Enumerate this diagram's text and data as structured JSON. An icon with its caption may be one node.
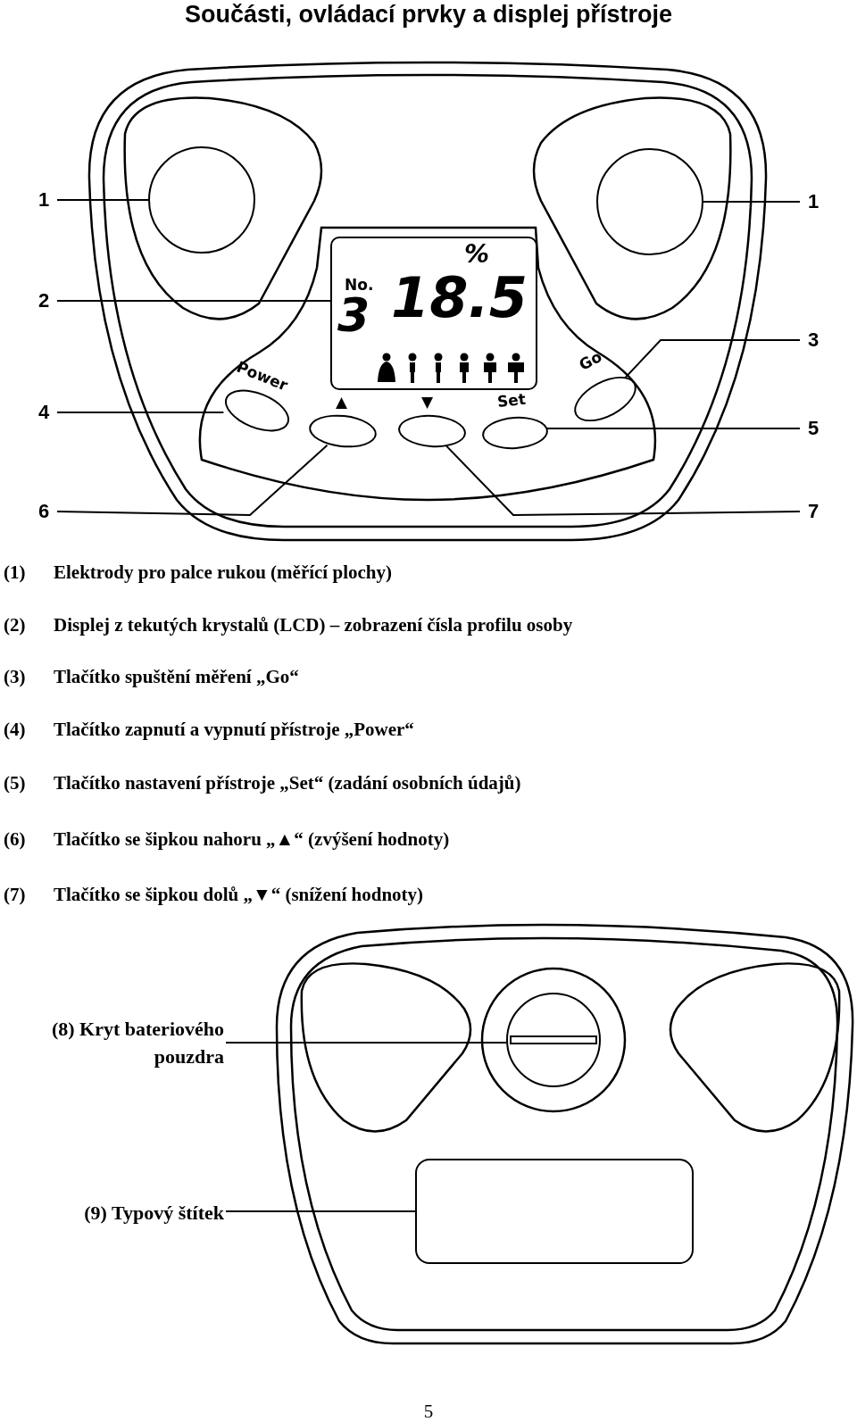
{
  "diagram": {
    "title": "Součásti, ovládací prvky a displej přístroje",
    "nodes": [
      {
        "text": [
          "1"
        ]
      },
      {
        "text": [
          "1"
        ]
      },
      {
        "text": [
          "2"
        ]
      },
      {
        "text": [
          "3"
        ]
      },
      {
        "text": [
          "4"
        ]
      },
      {
        "text": [
          "5"
        ]
      },
      {
        "text": [
          "6"
        ]
      },
      {
        "text": [
          "7"
        ]
      },
      {
        "text": [
          "(8) Kryt bateriového pouzdra"
        ]
      },
      {
        "text": [
          "(9) Typový štítek"
        ]
      },
      {
        "text": [],
        "shape": "circle"
      },
      {
        "text": [],
        "shape": "circle"
      },
      {
        "text": [
          "No.",
          "3",
          "18.5",
          "%"
        ]
      },
      {
        "text": [],
        "shape": "ellipse",
        "beside": [
          "Go"
        ]
      },
      {
        "text": [],
        "shape": "ellipse",
        "beside": [
          "Power"
        ]
      },
      {
        "text": [],
        "shape": "ellipse",
        "beside": [
          "Set"
        ]
      },
      {
        "text": [],
        "shape": "ellipse",
        "beside": [
          "▲"
        ]
      },
      {
        "text": [],
        "shape": "ellipse",
        "beside": [
          "▼"
        ]
      },
      {
        "text": [],
        "shape": "circle"
      },
      {
        "text": [],
        "shape": "box"
      }
    ],
    "edges": [
      {
        "from": 0,
        "to": 10,
        "arrow": "none"
      },
      {
        "from": 1,
        "to": 11,
        "arrow": "none"
      },
      {
        "from": 2,
        "to": 12,
        "arrow": "none"
      },
      {
        "from": 3,
        "to": 13,
        "arrow": "none"
      },
      {
        "from": 4,
        "to": 14,
        "arrow": "none"
      },
      {
        "from": 5,
        "to": 15,
        "arrow": "none"
      },
      {
        "from": 6,
        "to": 16,
        "arrow": "none"
      },
      {
        "from": 7,
        "to": 17,
        "arrow": "none"
      },
      {
        "from": 8,
        "to": 18,
        "arrow": "none"
      },
      {
        "from": 9,
        "to": 19,
        "arrow": "none"
      }
    ],
    "labels": [
      "(1)",
      "Elektrody pro palce rukou (měřící plochy)",
      "(2)",
      "Displej z tekutých krystalů (LCD) – zobrazení čísla profilu osoby",
      "(3)",
      "Tlačítko spuštění měření „Go“",
      "(4)",
      "Tlačítko zapnutí a vypnutí přístroje „Power“",
      "(5)",
      "Tlačítko nastavení přístroje „Set“ (zadání osobních údajů)",
      "(6)",
      "Tlačítko se šipkou nahoru „▲“ (zvýšení hodnoty)",
      "(7)",
      "Tlačítko se šipkou dolů „▼“ (snížení hodnoty)",
      "5"
    ]
  }
}
